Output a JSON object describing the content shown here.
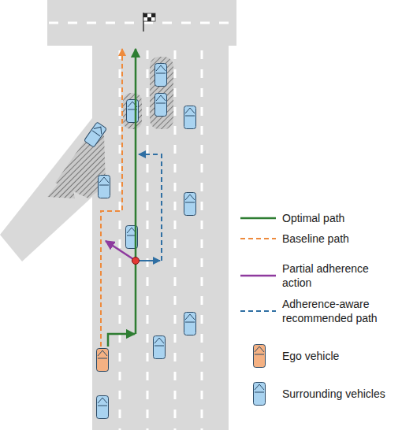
{
  "diagram": {
    "legend": [
      {
        "text": "Optimal path"
      },
      {
        "text": "Baseline path"
      },
      {
        "text": "Partial adherence action"
      },
      {
        "text": "Adherence-aware recommended path"
      },
      {
        "text": "Ego vehicle"
      },
      {
        "text": "Surrounding vehicles"
      }
    ]
  }
}
